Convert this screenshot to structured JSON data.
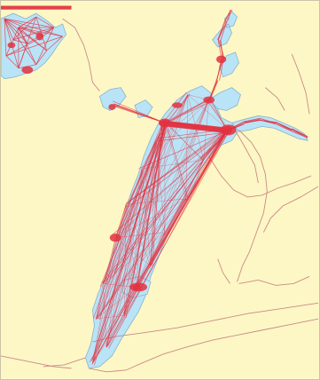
{
  "map": {
    "colors": {
      "land": "#fdf7c5",
      "water": "#b9e4f7",
      "water_edge": "#86b3cd",
      "track_dense": "#e3313f",
      "track_faint": "#c8454e",
      "road": "#c98a87"
    },
    "layers": [
      "land-background",
      "water-bodies",
      "road-network",
      "shipping-track-density"
    ]
  }
}
